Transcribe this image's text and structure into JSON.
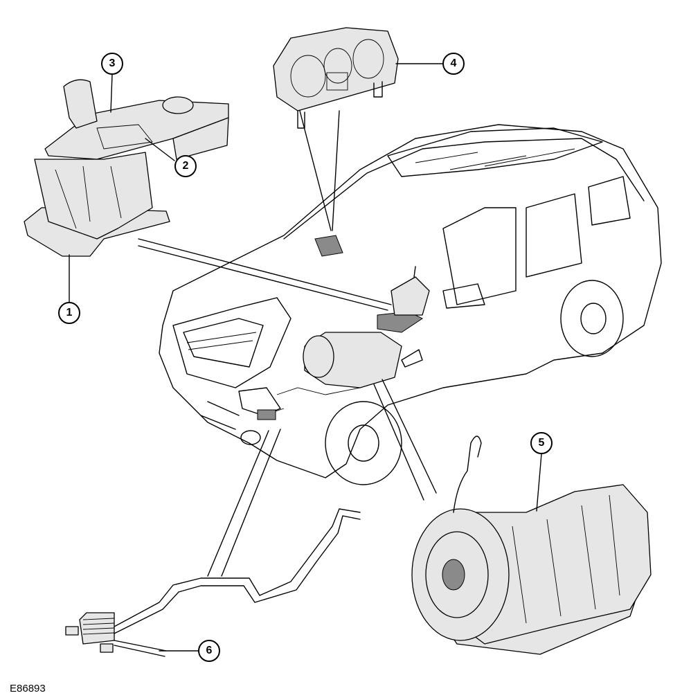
{
  "figure_ref": "E86893",
  "callouts": [
    {
      "number": "1",
      "part": "selector-base"
    },
    {
      "number": "2",
      "part": "selector-trim"
    },
    {
      "number": "3",
      "part": "selector-lever"
    },
    {
      "number": "4",
      "part": "instrument-cluster"
    },
    {
      "number": "5",
      "part": "transmission"
    },
    {
      "number": "6",
      "part": "fluid-cooler"
    }
  ]
}
